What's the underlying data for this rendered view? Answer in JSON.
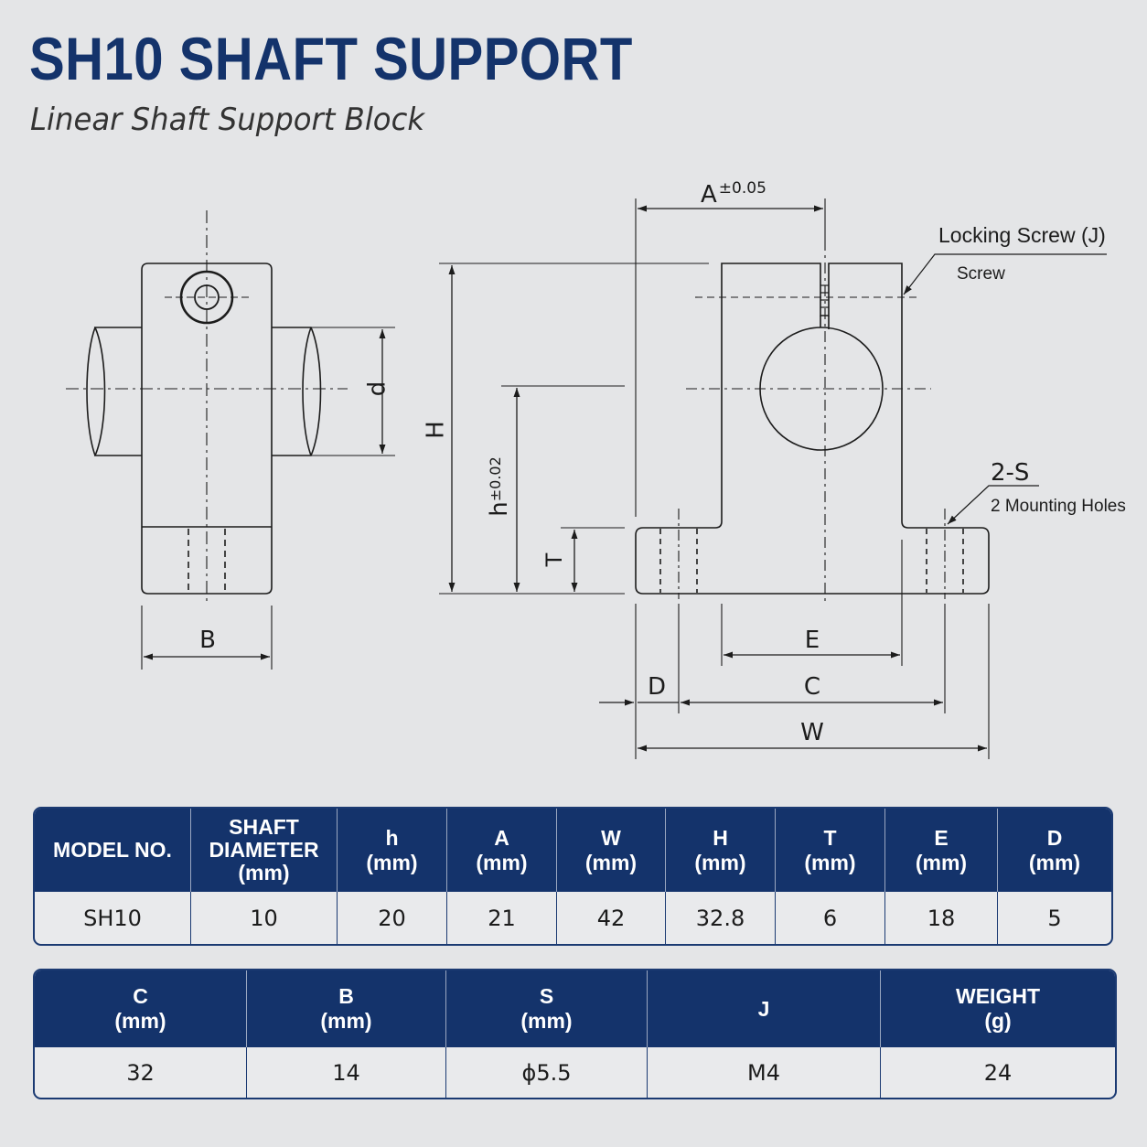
{
  "header": {
    "title": "SH10 SHAFT SUPPORT",
    "subtitle": "Linear Shaft Support Block"
  },
  "drawing": {
    "labels": {
      "A": "A",
      "A_tol": "±0.05",
      "H": "H",
      "h": "h",
      "h_tol": "±0.02",
      "T": "T",
      "d": "d",
      "B": "B",
      "E": "E",
      "C": "C",
      "D": "D",
      "W": "W",
      "locking_screw": "Locking Screw (J)",
      "screw": "Screw",
      "holes": "2-S",
      "holes_desc": "2 Mounting Holes"
    }
  },
  "table1": {
    "headers": [
      {
        "top": "MODEL NO.",
        "sub": ""
      },
      {
        "top": "SHAFT",
        "mid": "DIAMETER",
        "sub": "(mm)"
      },
      {
        "top": "h",
        "sub": "(mm)"
      },
      {
        "top": "A",
        "sub": "(mm)"
      },
      {
        "top": "W",
        "sub": "(mm)"
      },
      {
        "top": "H",
        "sub": "(mm)"
      },
      {
        "top": "T",
        "sub": "(mm)"
      },
      {
        "top": "E",
        "sub": "(mm)"
      },
      {
        "top": "D",
        "sub": "(mm)"
      }
    ],
    "row": [
      "SH10",
      "10",
      "20",
      "21",
      "42",
      "32.8",
      "6",
      "18",
      "5"
    ]
  },
  "table2": {
    "headers": [
      {
        "top": "C",
        "sub": "(mm)"
      },
      {
        "top": "B",
        "sub": "(mm)"
      },
      {
        "top": "S",
        "sub": "(mm)"
      },
      {
        "top": "J",
        "sub": ""
      },
      {
        "top": "WEIGHT",
        "sub": "(g)"
      }
    ],
    "row": [
      "32",
      "14",
      "ϕ5.5",
      "M4",
      "24"
    ]
  },
  "colors": {
    "background": "#e4e5e7",
    "title": "#14336b",
    "table_header": "#14336b",
    "line": "#1c1c1c"
  }
}
